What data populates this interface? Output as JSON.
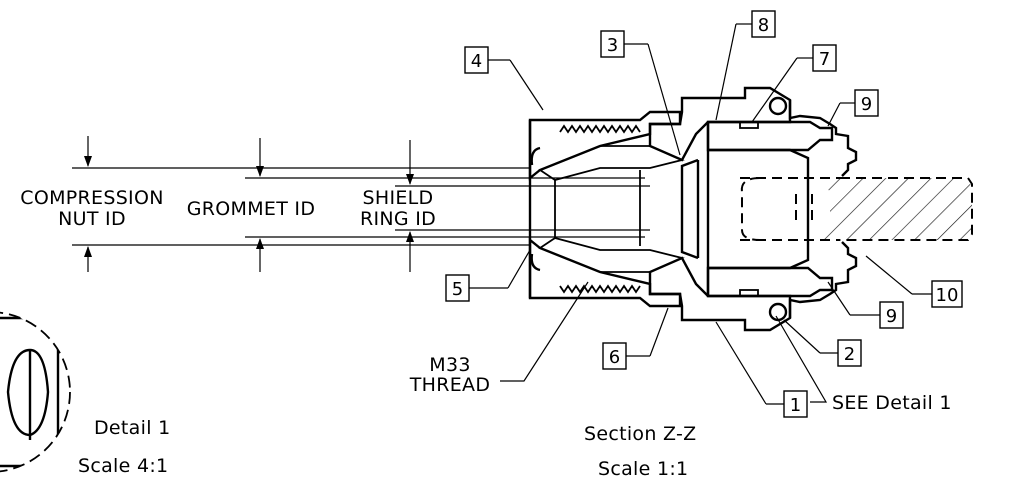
{
  "dimensions": {
    "compression_nut_id_line1": "COMPRESSION",
    "compression_nut_id_line2": "NUT ID",
    "grommet_id": "GROMMET ID",
    "shield_ring_id_line1": "SHIELD",
    "shield_ring_id_line2": "RING ID"
  },
  "callouts": {
    "c1": "1",
    "c2": "2",
    "c3": "3",
    "c4": "4",
    "c5": "5",
    "c6": "6",
    "c7": "7",
    "c8": "8",
    "c9a": "9",
    "c9b": "9",
    "c10": "10"
  },
  "notes": {
    "thread_line1": "M33",
    "thread_line2": "THREAD",
    "see_detail": "SEE Detail 1"
  },
  "detail": {
    "title": "Detail 1",
    "scale": "Scale 4:1"
  },
  "section": {
    "title": "Section Z-Z",
    "scale": "Scale 1:1"
  }
}
